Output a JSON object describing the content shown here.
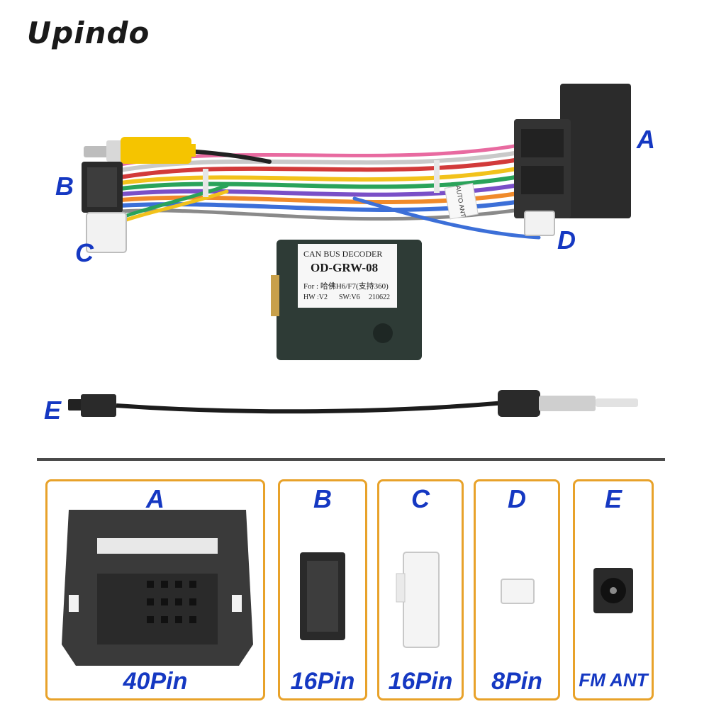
{
  "brand": {
    "name": "Upindo"
  },
  "callouts": {
    "a": "A",
    "b": "B",
    "c": "C",
    "d": "D",
    "e": "E"
  },
  "decoder": {
    "line1": "CAN BUS DECODER",
    "line2": "OD-GRW-08",
    "line3": "For : 哈佛H6/F7(支持360)",
    "hw": "HW :V2",
    "sw": "SW:V6",
    "code": "210622"
  },
  "harness_tag": {
    "text": "AUTO ANT"
  },
  "connectors": [
    {
      "letter": "A",
      "pins": "40Pin"
    },
    {
      "letter": "B",
      "pins": "16Pin"
    },
    {
      "letter": "C",
      "pins": "16Pin"
    },
    {
      "letter": "D",
      "pins": "8Pin"
    },
    {
      "letter": "E",
      "pins": "FM ANT"
    }
  ],
  "colors": {
    "callout": "#1538c2",
    "panel_border": "#e8a22a",
    "connector_black": "#2a2a2a",
    "decoder_body": "#2e3b36"
  }
}
